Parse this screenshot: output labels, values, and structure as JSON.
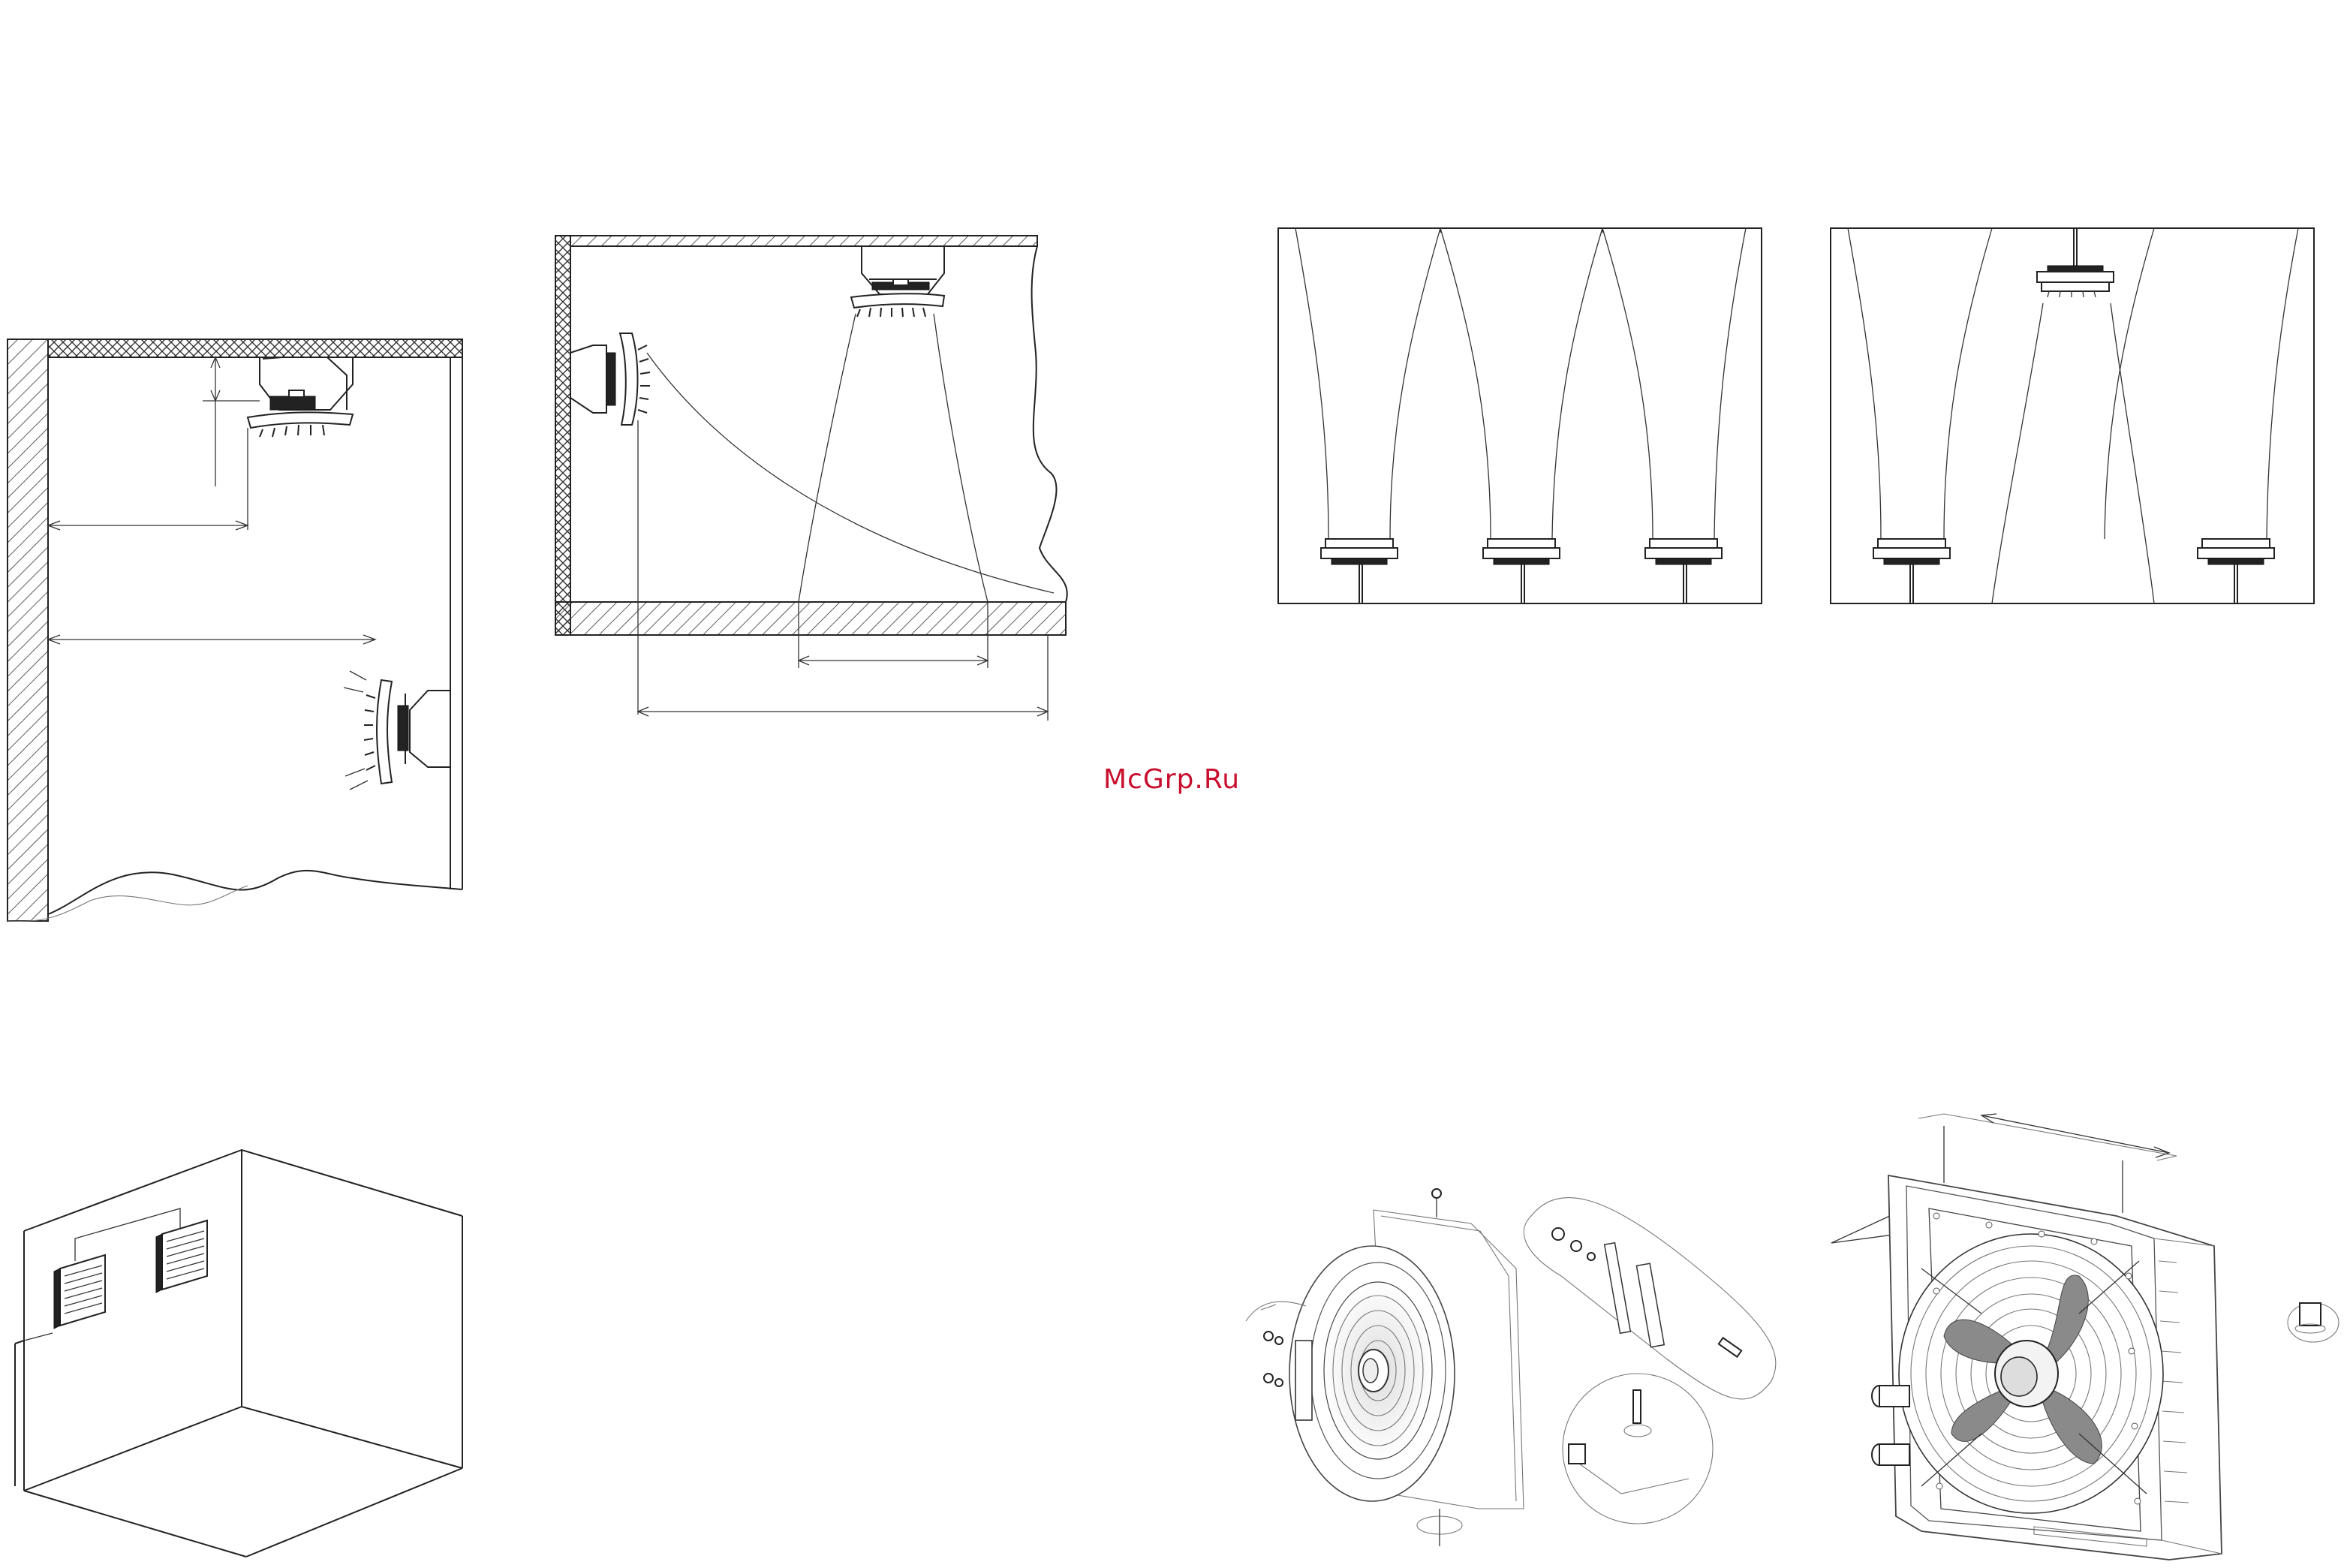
{
  "watermark": {
    "text": "McGrp.Ru",
    "color": "#c8102e"
  },
  "figures": [
    {
      "id": "side-section-room",
      "icons": [
        "ceiling-mounted-heater-icon",
        "wall-mounted-heater-icon"
      ]
    },
    {
      "id": "air-throw-section",
      "icons": [
        "ceiling-heater-icon",
        "wall-heater-icon"
      ]
    },
    {
      "id": "three-units-air-pattern",
      "icons": [
        "heater-unit-icon"
      ]
    },
    {
      "id": "alternating-units-air-pattern",
      "icons": [
        "heater-unit-icon"
      ]
    },
    {
      "id": "room-isometric",
      "icons": [
        "wall-heater-icon"
      ]
    },
    {
      "id": "mounting-bracket-exploded-view",
      "icons": [
        "fan-icon",
        "bolt-icon"
      ]
    },
    {
      "id": "heater-front-view",
      "icons": [
        "fan-icon",
        "pipe-connector-icon"
      ]
    }
  ]
}
